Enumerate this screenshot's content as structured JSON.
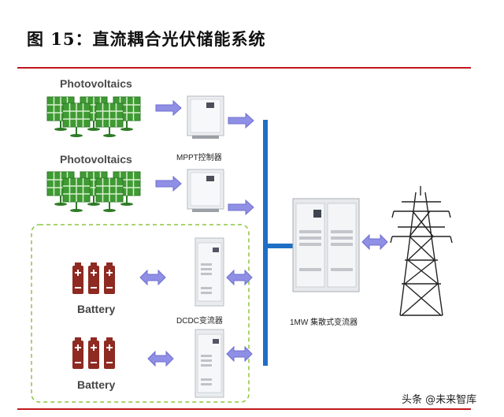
{
  "title": "图 15：直流耦合光伏储能系统",
  "labels": {
    "pv1": "Photovoltaics",
    "pv2": "Photovoltaics",
    "mppt": "MPPT控制器",
    "battery1": "Battery",
    "battery2": "Battery",
    "dcdc": "DCDC变流器",
    "pcs": "1MW 集散式变流器"
  },
  "watermark": "头条 @未来智库",
  "colors": {
    "accent_red": "#c0171d",
    "pv_green": "#3f9a34",
    "bus_blue": "#1f6fc6",
    "arrow_purple": "#8f8fe6",
    "battery_red": "#8e2a22",
    "dashed_green": "#8cc63f"
  }
}
